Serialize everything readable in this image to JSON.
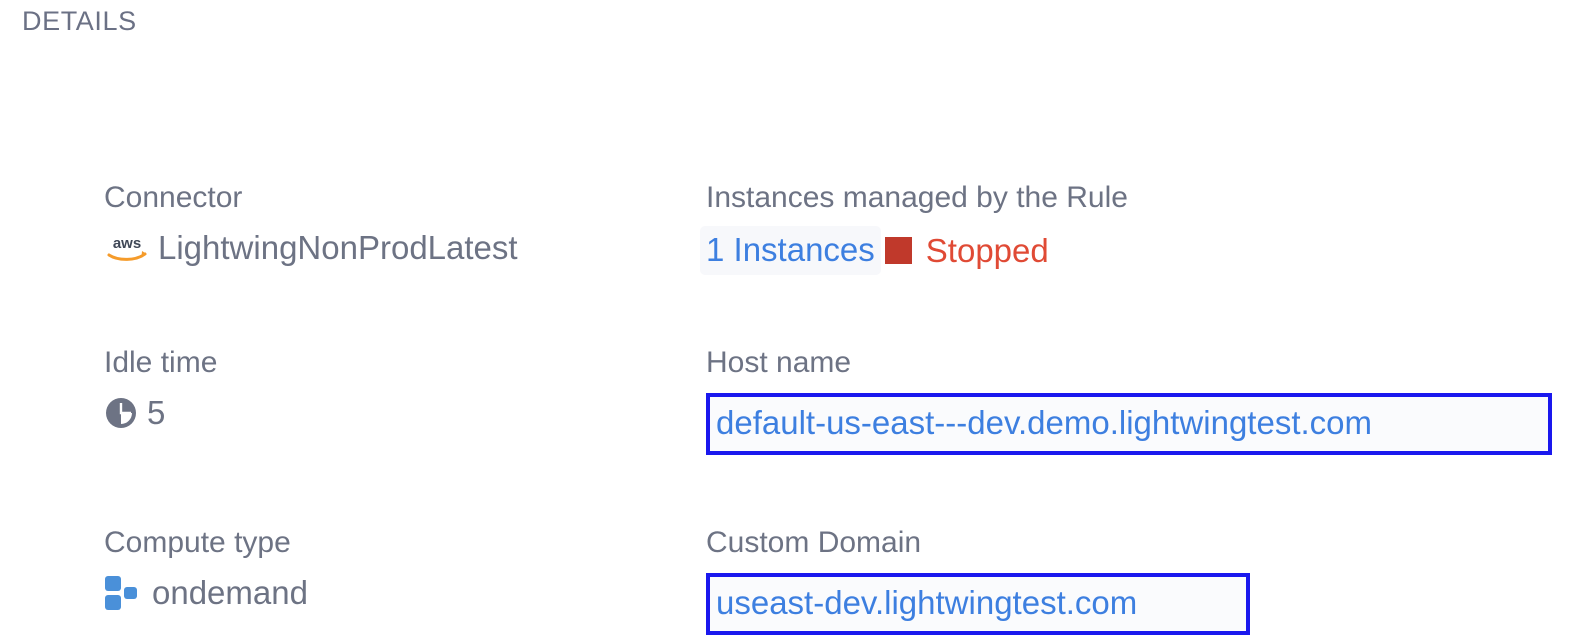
{
  "section": {
    "title": "DETAILS"
  },
  "colors": {
    "label": "#6d7384",
    "value": "#6d7384",
    "link": "#3d7fe0",
    "annotation_border": "#1a18ee",
    "status_stopped_text": "#e04a35",
    "status_stopped_square": "#c0392b",
    "compute_icon": "#4a90d9",
    "aws_swoosh": "#f59b2a",
    "clock_icon": "#6d7384"
  },
  "details": {
    "connector": {
      "label": "Connector",
      "icon": "aws-icon",
      "value": "LightwingNonProdLatest"
    },
    "instances": {
      "label": "Instances managed by the Rule",
      "count_label": "1 Instances",
      "status_icon": "stopped-square-icon",
      "status": "Stopped"
    },
    "idle_time": {
      "label": "Idle time",
      "icon": "clock-icon",
      "value": "5"
    },
    "host_name": {
      "label": "Host name",
      "value": "default-us-east---dev.demo.lightwingtest.com"
    },
    "compute_type": {
      "label": "Compute type",
      "icon": "compute-squares-icon",
      "value": "ondemand"
    },
    "custom_domain": {
      "label": "Custom Domain",
      "value": "useast-dev.lightwingtest.com"
    }
  }
}
